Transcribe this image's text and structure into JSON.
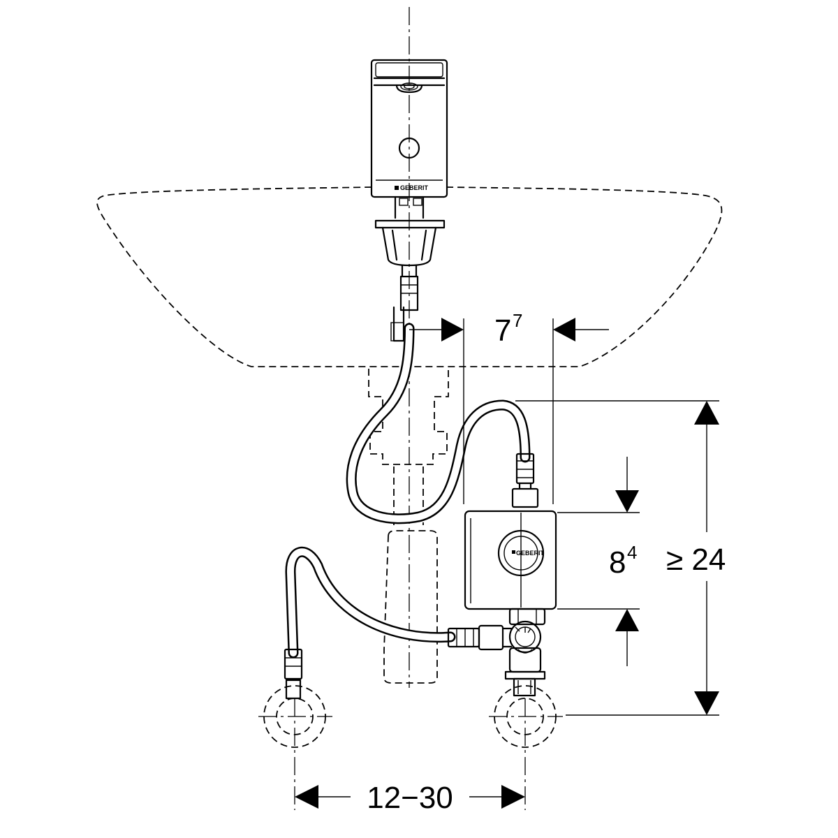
{
  "dimensions": {
    "offset_width": {
      "value": "7",
      "superscript": "7"
    },
    "box_height": {
      "value": "8",
      "superscript": "4"
    },
    "min_height": "≥ 24",
    "connection_spacing": "12−30"
  },
  "brand": {
    "faucet_logo": "GEBERIT",
    "control_box_logo": "GEBERIT"
  }
}
